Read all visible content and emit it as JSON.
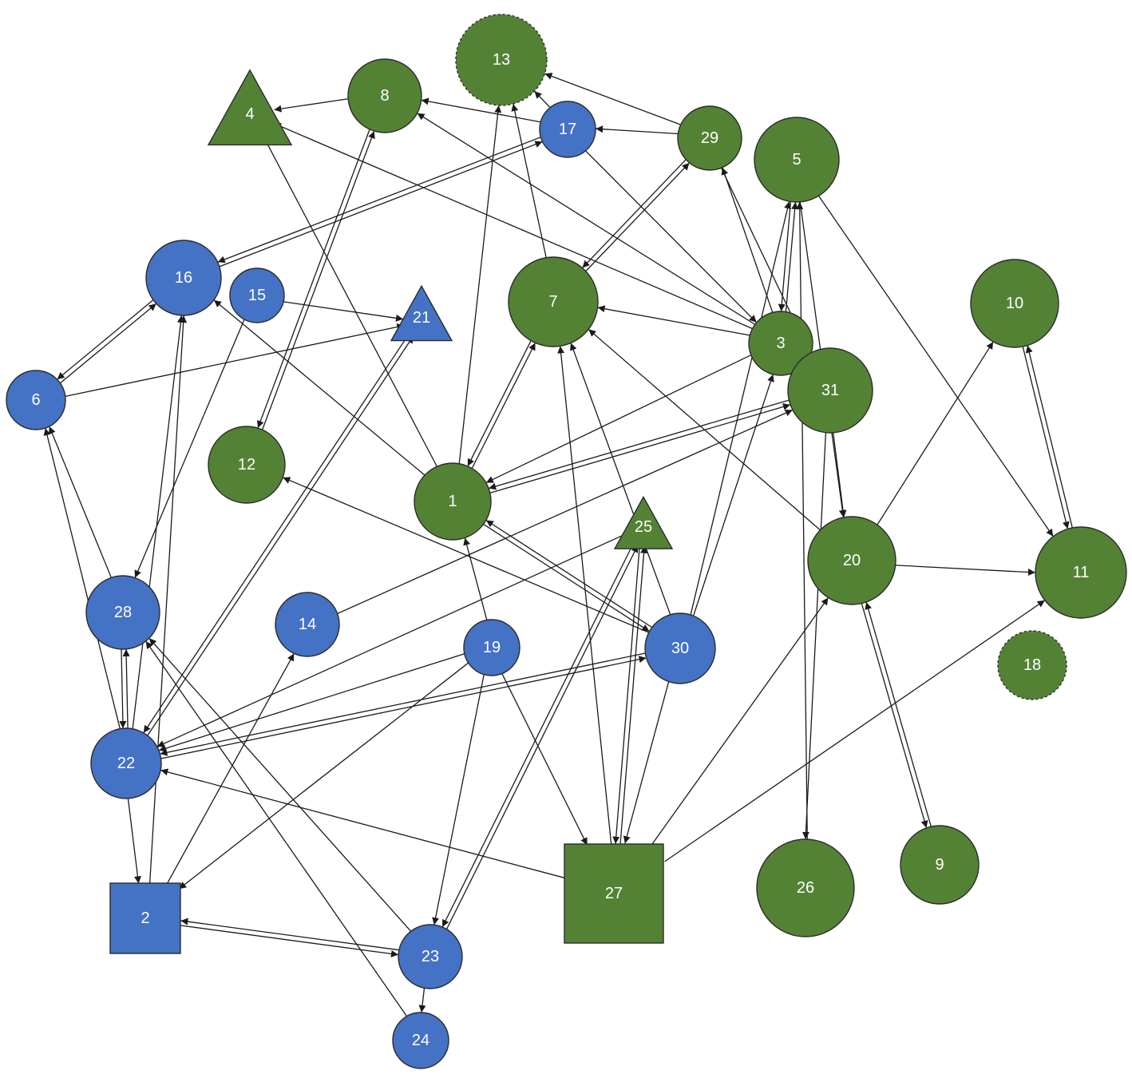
{
  "colors": {
    "blue": "#4472c4",
    "green": "#548235",
    "edge": "#1a1a1a",
    "label": "#ffffff"
  },
  "nodes": [
    {
      "id": "1",
      "label": "1",
      "shape": "circle",
      "color": "green"
    },
    {
      "id": "2",
      "label": "2",
      "shape": "square",
      "color": "blue"
    },
    {
      "id": "3",
      "label": "3",
      "shape": "circle",
      "color": "green"
    },
    {
      "id": "4",
      "label": "4",
      "shape": "triangle",
      "color": "green"
    },
    {
      "id": "5",
      "label": "5",
      "shape": "circle",
      "color": "green"
    },
    {
      "id": "6",
      "label": "6",
      "shape": "circle",
      "color": "blue"
    },
    {
      "id": "7",
      "label": "7",
      "shape": "circle",
      "color": "green"
    },
    {
      "id": "8",
      "label": "8",
      "shape": "circle",
      "color": "green"
    },
    {
      "id": "9",
      "label": "9",
      "shape": "circle",
      "color": "green"
    },
    {
      "id": "10",
      "label": "10",
      "shape": "circle",
      "color": "green"
    },
    {
      "id": "11",
      "label": "11",
      "shape": "circle",
      "color": "green"
    },
    {
      "id": "12",
      "label": "12",
      "shape": "circle",
      "color": "green"
    },
    {
      "id": "13",
      "label": "13",
      "shape": "circle",
      "color": "green",
      "dashed": true
    },
    {
      "id": "14",
      "label": "14",
      "shape": "circle",
      "color": "blue"
    },
    {
      "id": "15",
      "label": "15",
      "shape": "circle",
      "color": "blue"
    },
    {
      "id": "16",
      "label": "16",
      "shape": "circle",
      "color": "blue"
    },
    {
      "id": "17",
      "label": "17",
      "shape": "circle",
      "color": "blue"
    },
    {
      "id": "18",
      "label": "18",
      "shape": "circle",
      "color": "green",
      "dashed": true
    },
    {
      "id": "19",
      "label": "19",
      "shape": "circle",
      "color": "blue"
    },
    {
      "id": "20",
      "label": "20",
      "shape": "circle",
      "color": "green"
    },
    {
      "id": "21",
      "label": "21",
      "shape": "triangle",
      "color": "blue"
    },
    {
      "id": "22",
      "label": "22",
      "shape": "circle",
      "color": "blue"
    },
    {
      "id": "23",
      "label": "23",
      "shape": "circle",
      "color": "blue"
    },
    {
      "id": "24",
      "label": "24",
      "shape": "circle",
      "color": "blue"
    },
    {
      "id": "25",
      "label": "25",
      "shape": "triangle",
      "color": "green"
    },
    {
      "id": "26",
      "label": "26",
      "shape": "circle",
      "color": "green"
    },
    {
      "id": "27",
      "label": "27",
      "shape": "square",
      "color": "green"
    },
    {
      "id": "28",
      "label": "28",
      "shape": "circle",
      "color": "blue"
    },
    {
      "id": "29",
      "label": "29",
      "shape": "circle",
      "color": "green"
    },
    {
      "id": "30",
      "label": "30",
      "shape": "circle",
      "color": "blue"
    },
    {
      "id": "31",
      "label": "31",
      "shape": "circle",
      "color": "green"
    }
  ],
  "edges": [
    [
      "8",
      "4"
    ],
    [
      "17",
      "16"
    ],
    [
      "16",
      "17"
    ],
    [
      "29",
      "13"
    ],
    [
      "17",
      "13"
    ],
    [
      "17",
      "8"
    ],
    [
      "29",
      "17"
    ],
    [
      "8",
      "12"
    ],
    [
      "12",
      "8"
    ],
    [
      "29",
      "7"
    ],
    [
      "7",
      "29"
    ],
    [
      "3",
      "29"
    ],
    [
      "29",
      "31"
    ],
    [
      "3",
      "5"
    ],
    [
      "5",
      "3"
    ],
    [
      "5",
      "11"
    ],
    [
      "3",
      "8"
    ],
    [
      "17",
      "3"
    ],
    [
      "7",
      "13"
    ],
    [
      "1",
      "13"
    ],
    [
      "1",
      "4"
    ],
    [
      "3",
      "4"
    ],
    [
      "16",
      "6"
    ],
    [
      "6",
      "16"
    ],
    [
      "6",
      "21"
    ],
    [
      "15",
      "21"
    ],
    [
      "15",
      "28"
    ],
    [
      "1",
      "16"
    ],
    [
      "1",
      "7"
    ],
    [
      "7",
      "1"
    ],
    [
      "3",
      "7"
    ],
    [
      "3",
      "1"
    ],
    [
      "1",
      "31"
    ],
    [
      "31",
      "1"
    ],
    [
      "1",
      "30"
    ],
    [
      "30",
      "1"
    ],
    [
      "30",
      "12"
    ],
    [
      "30",
      "7"
    ],
    [
      "20",
      "7"
    ],
    [
      "31",
      "26"
    ],
    [
      "26",
      "5"
    ],
    [
      "5",
      "20"
    ],
    [
      "31",
      "20"
    ],
    [
      "30",
      "5"
    ],
    [
      "30",
      "3"
    ],
    [
      "10",
      "11"
    ],
    [
      "11",
      "10"
    ],
    [
      "20",
      "11"
    ],
    [
      "20",
      "10"
    ],
    [
      "20",
      "9"
    ],
    [
      "9",
      "20"
    ],
    [
      "27",
      "11"
    ],
    [
      "27",
      "20"
    ],
    [
      "27",
      "7"
    ],
    [
      "25",
      "27"
    ],
    [
      "27",
      "25"
    ],
    [
      "30",
      "27"
    ],
    [
      "19",
      "27"
    ],
    [
      "19",
      "1"
    ],
    [
      "19",
      "22"
    ],
    [
      "19",
      "23"
    ],
    [
      "30",
      "22"
    ],
    [
      "22",
      "30"
    ],
    [
      "27",
      "22"
    ],
    [
      "25",
      "22"
    ],
    [
      "25",
      "23"
    ],
    [
      "23",
      "25"
    ],
    [
      "28",
      "22"
    ],
    [
      "22",
      "28"
    ],
    [
      "28",
      "6"
    ],
    [
      "22",
      "6"
    ],
    [
      "22",
      "16"
    ],
    [
      "2",
      "16"
    ],
    [
      "22",
      "21"
    ],
    [
      "21",
      "22"
    ],
    [
      "2",
      "14"
    ],
    [
      "19",
      "2"
    ],
    [
      "2",
      "23"
    ],
    [
      "23",
      "2"
    ],
    [
      "23",
      "28"
    ],
    [
      "24",
      "28"
    ],
    [
      "23",
      "24"
    ],
    [
      "14",
      "31"
    ],
    [
      "22",
      "2"
    ]
  ]
}
